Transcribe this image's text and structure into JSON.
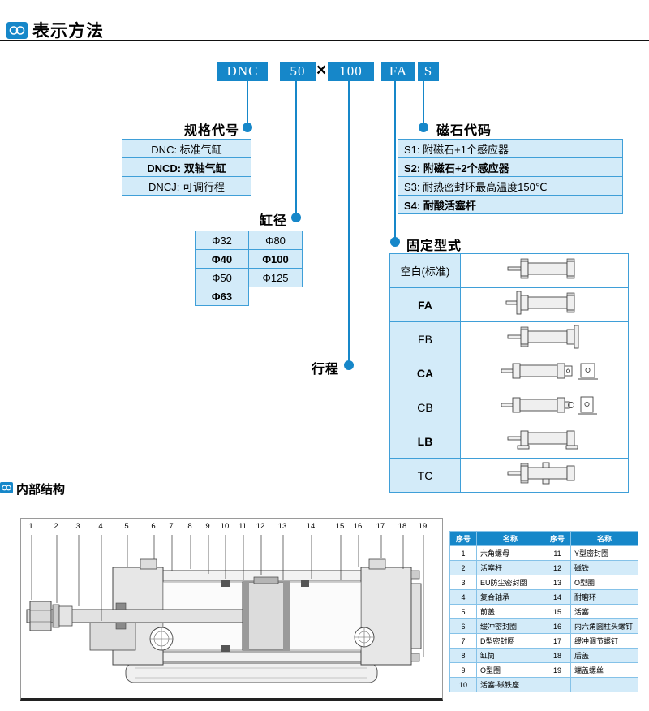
{
  "header": {
    "title": "表示方法"
  },
  "model_code": {
    "part1": "DNC",
    "part2": "50",
    "times": "×",
    "part3": "100",
    "part4": "FA",
    "part5": "S"
  },
  "spec": {
    "label": "规格代号",
    "rows": [
      "DNC: 标准气缸",
      "DNCD: 双轴气缸",
      "DNCJ: 可调行程"
    ]
  },
  "magnet": {
    "label": "磁石代码",
    "rows": [
      "S1: 附磁石+1个感应器",
      "S2: 附磁石+2个感应器",
      "S3: 耐热密封环最高温度150℃",
      "S4: 耐酸活塞杆"
    ]
  },
  "bore": {
    "label": "缸径",
    "rows": [
      [
        "Φ32",
        "Φ80"
      ],
      [
        "Φ40",
        "Φ100"
      ],
      [
        "Φ50",
        "Φ125"
      ],
      [
        "Φ63",
        ""
      ]
    ]
  },
  "stroke": {
    "label": "行程"
  },
  "mounting": {
    "label": "固定型式",
    "rows": [
      "空白(标准)",
      "FA",
      "FB",
      "CA",
      "CB",
      "LB",
      "TC"
    ]
  },
  "internal": {
    "title": "内部结构",
    "numbers": [
      "1",
      "2",
      "3",
      "4",
      "5",
      "6",
      "7",
      "8",
      "9",
      "10",
      "11",
      "12",
      "13",
      "14",
      "15",
      "16",
      "17",
      "18",
      "19"
    ]
  },
  "parts": {
    "headers": [
      "序号",
      "名称",
      "序号",
      "名称"
    ],
    "rows": [
      [
        "1",
        "六角螺母",
        "11",
        "Y型密封圈"
      ],
      [
        "2",
        "活塞杆",
        "12",
        "磁铁"
      ],
      [
        "3",
        "EU防尘密封圈",
        "13",
        "O型圈"
      ],
      [
        "4",
        "复合轴承",
        "14",
        "耐磨环"
      ],
      [
        "5",
        "前盖",
        "15",
        "活塞"
      ],
      [
        "6",
        "缓冲密封圈",
        "16",
        "内六角圆柱头螺钉"
      ],
      [
        "7",
        "D型密封圈",
        "17",
        "缓冲调节螺钉"
      ],
      [
        "8",
        "缸筒",
        "18",
        "后盖"
      ],
      [
        "9",
        "O型圈",
        "19",
        "端盖螺丝"
      ],
      [
        "10",
        "活塞-磁铁座",
        "",
        ""
      ]
    ]
  },
  "colors": {
    "accent": "#1687c9",
    "table_fill": "#d3ebf9",
    "table_border": "#3f9fd8"
  }
}
